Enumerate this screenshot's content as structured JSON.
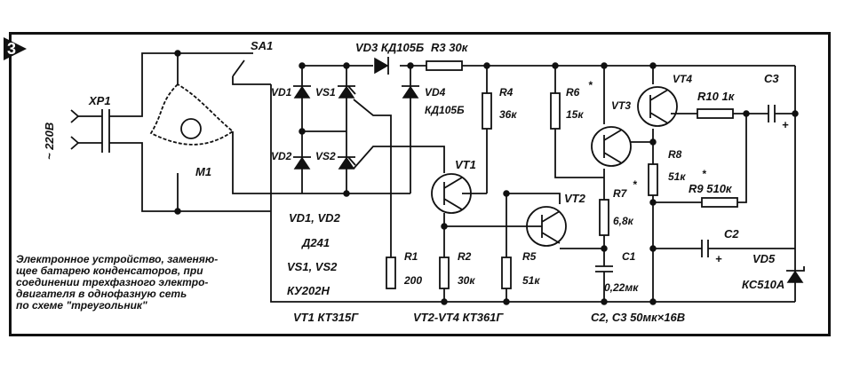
{
  "figure_number": "3",
  "caption_lines": [
    "Электронное устройство, заменяю-",
    "щее батарею конденсаторов, при",
    "соединении трехфазного электро-",
    "двигателя в однофазную сеть",
    "по схеме \"треугольник\""
  ],
  "labels": {
    "xp1": "XP1",
    "mains": "~ 220В",
    "m1": "M1",
    "sa1": "SA1",
    "vd1": "VD1",
    "vd2": "VD2",
    "vs1": "VS1",
    "vs2": "VS2",
    "vd3": "VD3 КД105Б",
    "r3": "R3 30к",
    "vd4": "VD4",
    "vd4_type": "КД105Б",
    "r4": "R4",
    "r4_val": "36к",
    "r6": "R6",
    "r6_val": "15к",
    "star": "*",
    "vt3": "VT3",
    "vt4": "VT4",
    "r10": "R10 1к",
    "c3": "C3",
    "r8": "R8",
    "r8_val": "51к",
    "r9": "R9 510к",
    "vt1": "VT1",
    "vt2": "VT2",
    "r7": "R7",
    "r7_val": "6,8к",
    "c2": "C2",
    "vd1_vd2": "VD1, VD2",
    "d241": "Д241",
    "vs1_vs2": "VS1, VS2",
    "ku202n": "КУ202Н",
    "r1": "R1",
    "r1_val": "200",
    "r2": "R2",
    "r2_val": "30к",
    "r5": "R5",
    "r5_val": "51к",
    "c1": "C1",
    "c1_val": "0,22мк",
    "vd5": "VD5",
    "vd5_type": "КС510А",
    "plus": "+",
    "vt1_type": "VT1  КТ315Г",
    "vt2_vt4_type": "VT2-VT4  КТ361Г",
    "c2c3_type": "С2, С3  50мк×16В"
  }
}
